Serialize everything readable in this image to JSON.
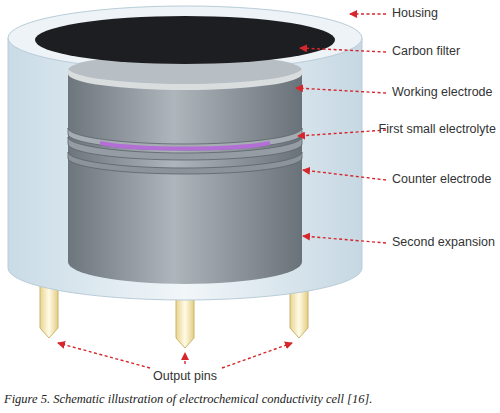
{
  "diagram": {
    "caption": "Figure 5. Schematic illustration of electrochemical conductivity cell [16].",
    "labels": [
      "Housing",
      "Carbon filter",
      "Working electrode",
      "First small electrolyte",
      "Counter electrode",
      "Second expansion",
      "Output pins"
    ]
  }
}
